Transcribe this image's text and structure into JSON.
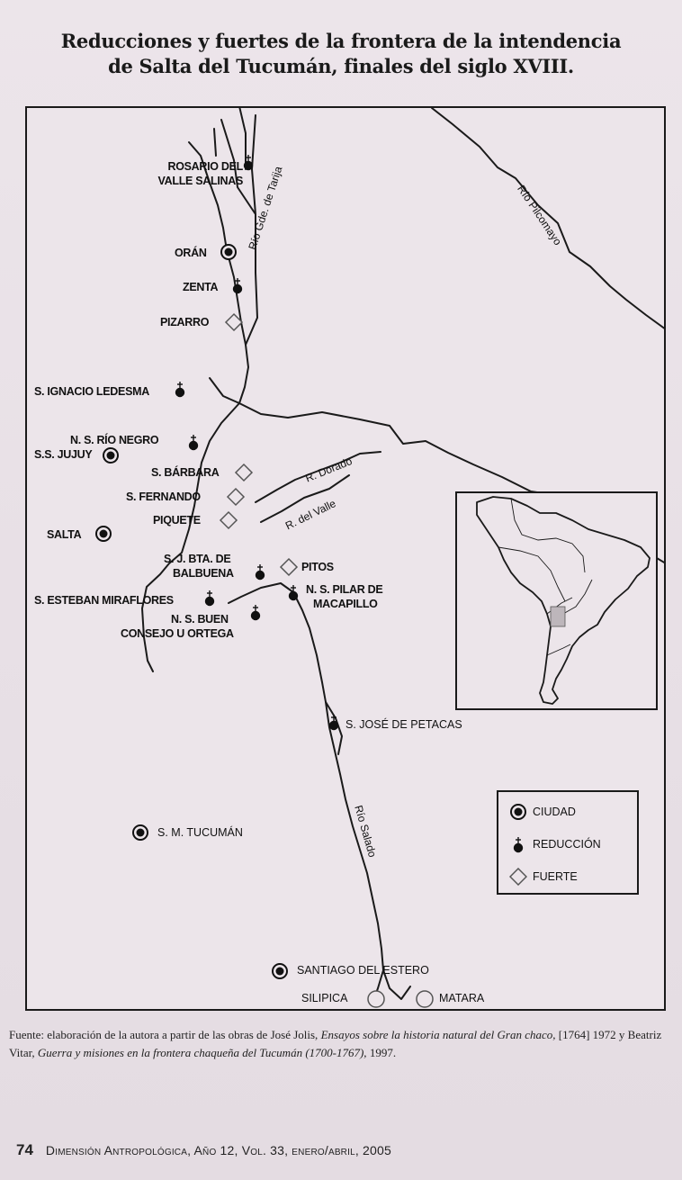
{
  "title": {
    "line1": "Reducciones y fuertes de la frontera de la intendencia",
    "line2": "de Salta del Tucumán, finales del siglo XVIII."
  },
  "places": {
    "rosario_l1": "ROSARIO DEL",
    "rosario_l2": "VALLE SALINAS",
    "oran": "ORÁN",
    "zenta": "ZENTA",
    "pizarro": "PIZARRO",
    "ignacio": "S. IGNACIO LEDESMA",
    "rio_negro": "N. S. RÍO NEGRO",
    "jujuy": "S.S. JUJUY",
    "barbara": "S. BÁRBARA",
    "fernando": "S. FERNANDO",
    "piquete": "PIQUETE",
    "salta": "SALTA",
    "balbuena_l1": "S. J. BTA. DE",
    "balbuena_l2": "BALBUENA",
    "pitos": "PITOS",
    "pilar_l1": "N. S. PILAR DE",
    "pilar_l2": "MACAPILLO",
    "esteban": "S. ESTEBAN MIRAFLORES",
    "buen_l1": "N. S. BUEN",
    "buen_l2": "CONSEJO U ORTEGA",
    "petacas": "S. JOSÉ DE PETACAS",
    "tucuman": "S. M. TUCUMÁN",
    "santiago": "SANTIAGO DEL ESTERO",
    "silipica": "SILIPICA",
    "matara": "MATARA"
  },
  "rivers": {
    "tarija": "Río Gde. de Tarija",
    "pilcomayo": "Río Pilcomayo",
    "dorado": "R. Dorado",
    "valle": "R. del Valle",
    "salado": "Río Salado"
  },
  "legend": {
    "ciudad": "CIUDAD",
    "reduccion": "REDUCCIÓN",
    "fuerte": "FUERTE"
  },
  "source": {
    "part1": "Fuente: elaboración de la autora a partir de las obras de José Jolis, ",
    "book1": "Ensayos sobre la historia natural del Gran chaco,",
    "part2": " [1764] 1972 y Beatriz Vitar, ",
    "book2": "Guerra y misiones en la frontera chaqueña del Tucumán (1700-1767),",
    "part3": " 1997."
  },
  "footer": {
    "page_number": "74",
    "journal": "Dimensión Antropológica, Año 12, Vol. 33, enero/abril, 2005"
  }
}
